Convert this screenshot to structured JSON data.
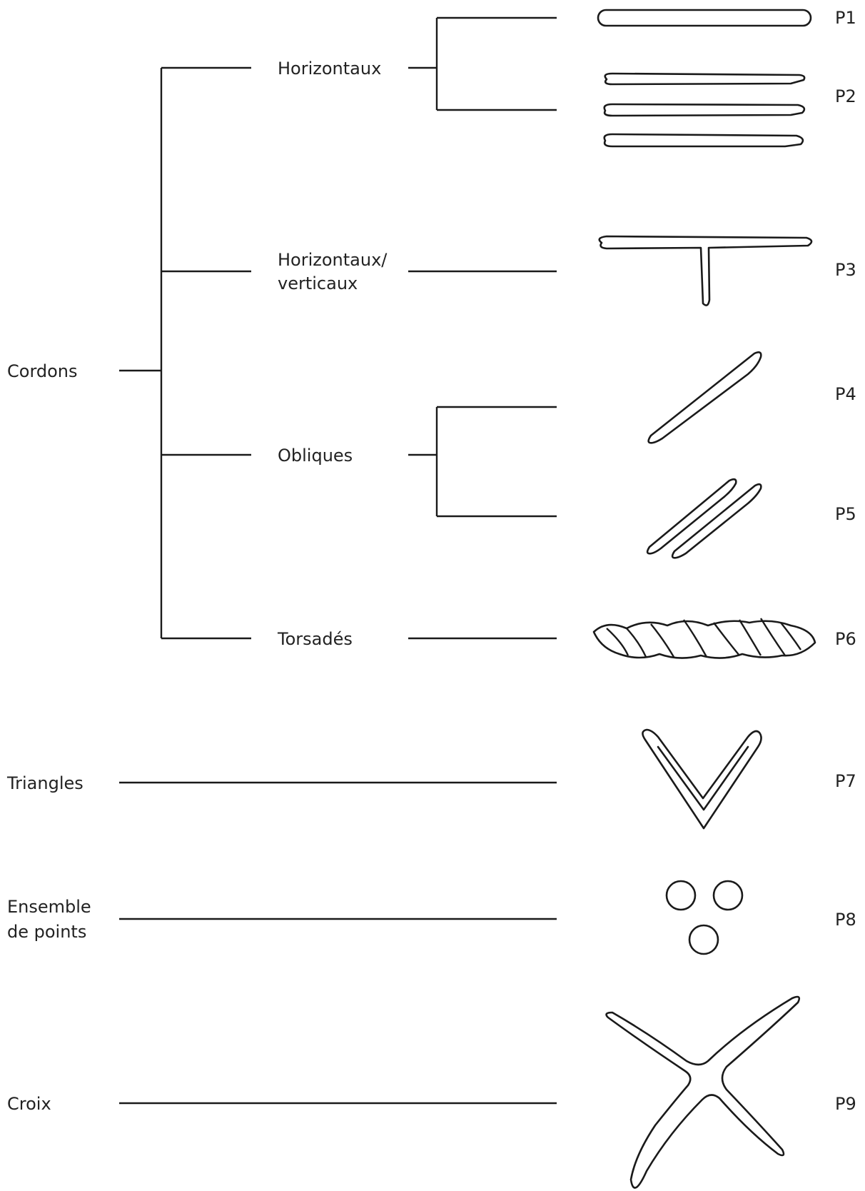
{
  "categories": [
    {
      "label": "Cordons",
      "subcategories": [
        {
          "label_lines": [
            "Horizontaux"
          ],
          "motifs": [
            "P1",
            "P2"
          ]
        },
        {
          "label_lines": [
            "Horizontaux/",
            "verticaux"
          ],
          "motifs": [
            "P3"
          ]
        },
        {
          "label_lines": [
            "Obliques"
          ],
          "motifs": [
            "P4",
            "P5"
          ]
        },
        {
          "label_lines": [
            "Torsadés"
          ],
          "motifs": [
            "P6"
          ]
        }
      ]
    },
    {
      "label_lines": [
        "Triangles"
      ],
      "motifs": [
        "P7"
      ]
    },
    {
      "label_lines": [
        "Ensemble",
        "de points"
      ],
      "motifs": [
        "P8"
      ]
    },
    {
      "label_lines": [
        "Croix"
      ],
      "motifs": [
        "P9"
      ]
    }
  ],
  "motif_labels": [
    "P1",
    "P2",
    "P3",
    "P4",
    "P5",
    "P6",
    "P7",
    "P8",
    "P9"
  ],
  "colors": {
    "line": "#1a1a1a",
    "text": "#222222",
    "background": "#ffffff"
  }
}
